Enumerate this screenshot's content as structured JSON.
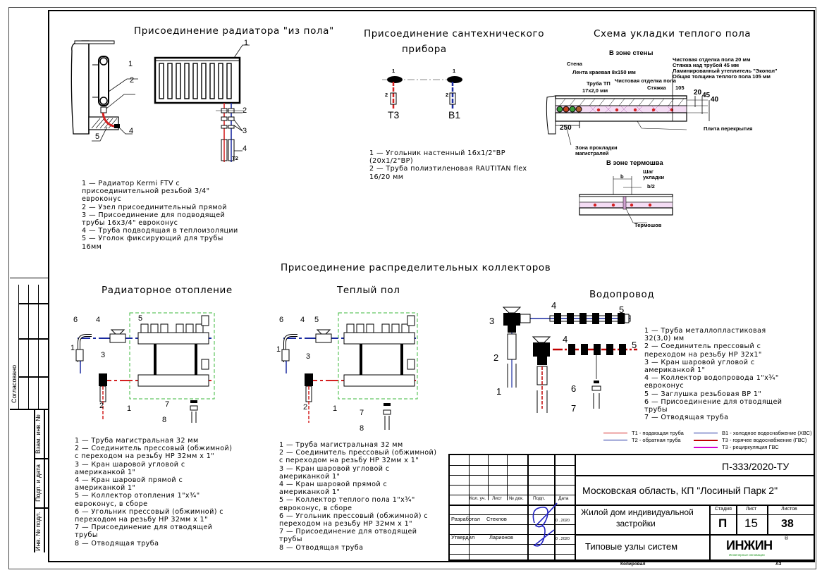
{
  "sections": {
    "radiator": {
      "title": "Присоединение радиатора \"из пола\"",
      "callouts": [
        "1",
        "2",
        "3",
        "4",
        "5"
      ],
      "pipe_label": "T2",
      "notes": "1 — Радиатор Kermi FTV с\nприсоединительной резьбой 3/4\"\nевроконус\n2 — Узел присоединительный прямой\n3 — Присоединение для подводящей\nтрубы 16х3/4\" евроконус\n4 — Труба подводящая в теплоизоляции\n5 — Уголок фиксирующий для трубы\n16мм"
    },
    "fixture": {
      "title_line1": "Присоединение сантехнического",
      "title_line2": "прибора",
      "label_left": "T3",
      "label_right": "B1",
      "callouts": [
        "1",
        "2"
      ],
      "notes": "1 — Угольник настенный 16х1/2\"ВР\n(20х1/2\"ВР)\n2 — Труба полиэтиленовая RAUTITAN flex\n16/20 мм"
    },
    "floor_heating_scheme": {
      "title": "Схема укладки теплого пола",
      "wall_zone_title": "В зоне стены",
      "thermojoint_zone_title": "В зоне термошва",
      "labels": {
        "wall": "Стена",
        "edge_tape": "Лента краевая 8х150 мм",
        "pipe": "Труба ТП",
        "pipe_size": "17х2,0 мм",
        "finish_floor": "Чистовая отделка пола",
        "screed": "Стяжка",
        "slab": "Плита перекрытия",
        "main_zone": "Зона прокладки магистралей",
        "layer1": "Чистовая отделка пола  20 мм",
        "layer2": "Стяжка над трубой  45 мм",
        "layer3": "Ламинированный утеплитель \"Экопол\"",
        "layer4": "Общая толщина теплого пола  105 мм",
        "pitch": "Шаг укладки",
        "b": "b",
        "b_half": "b/2",
        "thermojoint": "Термошов"
      },
      "dims": {
        "total": "105",
        "d20": "20",
        "d45": "45",
        "d40": "40",
        "d250": "250"
      }
    },
    "collectors": {
      "title": "Присоединение распределительных коллекторов",
      "radiator_heating": {
        "title": "Радиаторное отопление",
        "callouts": [
          "1",
          "2",
          "3",
          "4",
          "5",
          "6",
          "7",
          "8"
        ],
        "notes": "1 — Труба магистральная 32  мм\n2 — Соединитель прессовый (обжимной)\nс переходом на резьбу НР 32мм х 1\"\n3 — Кран шаровой угловой с\nамериканкой 1\"\n4 — Кран шаровой прямой с\nамериканкой 1\"\n5 — Коллектор отопления 1\"х¾\"\nевроконус, в сборе\n6 — Угольник  прессовый (обжимной)  с\nпереходом на резьбу НР 32мм х 1\"\n7 — Присоединение для отводящей\nтрубы\n8 — Отводящая труба"
      },
      "floor_heating": {
        "title": "Теплый пол",
        "callouts": [
          "1",
          "2",
          "3",
          "4",
          "5",
          "6",
          "7",
          "8"
        ],
        "notes": "1 — Труба магистральная 32  мм\n2 — Соединитель прессовый (обжимной)\nс переходом на резьбу НР 32мм х 1\"\n3 — Кран шаровой угловой с\nамериканкой 1\"\n4 — Кран шаровой прямой с\nамериканкой 1\"\n5 — Коллектор теплого пола 1\"х¾\"\nевроконус, в сборе\n6 — Угольник  прессовый (обжимной)  с\nпереходом на резьбу НР 32мм х 1\"\n7 — Присоединение для отводящей\nтрубы\n8 — Отводящая труба"
      },
      "water_supply": {
        "title": "Водопровод",
        "callouts": [
          "1",
          "2",
          "3",
          "4",
          "5",
          "6",
          "7"
        ],
        "notes": "1 — Труба металлопластиковая\n32(3,0)  мм\n2 — Соединитель прессовый с\nпереходом на резьбу НР 32х1\"\n3 — Кран шаровой угловой с\nамериканкой 1\"\n4 — Коллектор водопровода 1\"х¾\"\nевроконус\n5 — Заглушка резьбовая ВР 1\"\n6 — Присоединение для отводящей\nтрубы\n7 — Отводящая труба"
      }
    }
  },
  "legend": [
    {
      "label": "Т1 - подающая труба",
      "color": "#d42020"
    },
    {
      "label": "Т2 - обратная труба",
      "color": "#1a2aa0"
    },
    {
      "label": "В1 - холодное водоснабжение (ХВС)",
      "color": "#1a2aa0"
    },
    {
      "label": "Т3 - горячее водоснабжение (ГВС)",
      "color": "#c00000"
    },
    {
      "label": "Т3 - рециркуляция ГВС",
      "color": "#d400d4"
    }
  ],
  "side_stamp": {
    "agreed": "Согласовано",
    "replaced_inv": "Взам. инв. №",
    "sign_date": "Подп. и дата",
    "inv_original": "Инв. № подл."
  },
  "title_block": {
    "doc_code": "П-333/2020-ТУ",
    "location": "Московская область, КП \"Лосиный Парк 2\"",
    "object_line1": "Жилой дом индивидуальной",
    "object_line2": "застройки",
    "sheet_title": "Типовые узлы систем",
    "col_headers": [
      "Кол. уч.",
      "Лист",
      "№ док.",
      "Подп.",
      "Дата"
    ],
    "roles": [
      {
        "role": "Разработал",
        "name": "Стеклов",
        "date": "0  ..2020"
      },
      {
        "role": "Утвердил",
        "name": "Ларионов",
        "date": "0  ..2020"
      }
    ],
    "stage_label": "Стадия",
    "sheet_label": "Лист",
    "sheets_label": "Листов",
    "stage": "П",
    "sheet": "15",
    "sheets": "38",
    "logo": "ИНЖИН",
    "logo_sub": "Инженерные инновации",
    "copied": "Копировал",
    "format": "А3"
  },
  "colors": {
    "supply": "#d42020",
    "return": "#1a2aa0",
    "hot_water": "#c00000",
    "recirc": "#d400d4",
    "manifold_box": "#3cb83c",
    "logo_green": "#2a9a2a"
  }
}
